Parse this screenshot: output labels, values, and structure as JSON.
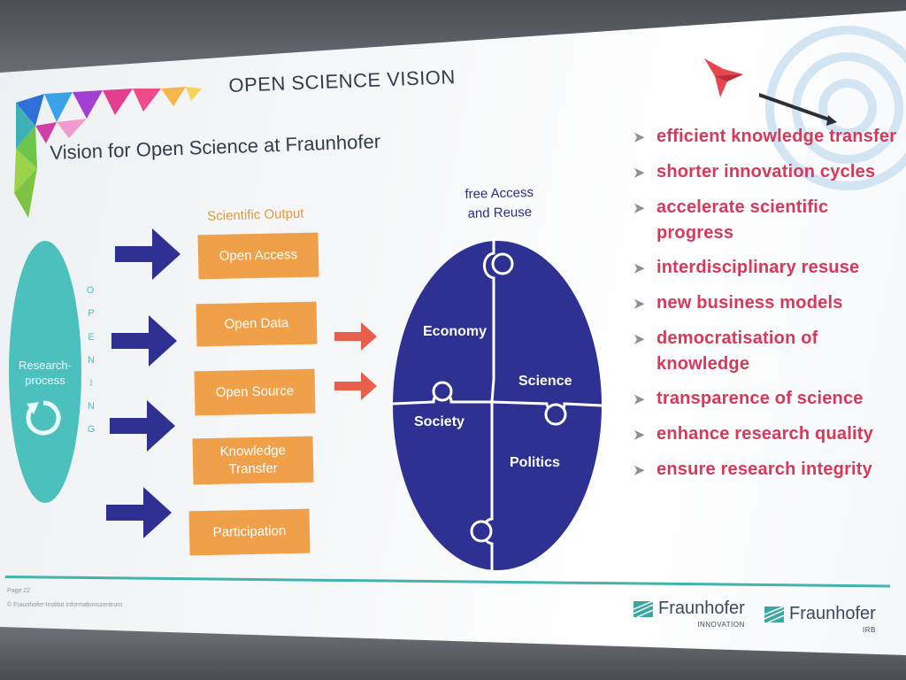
{
  "slide": {
    "title": "OPEN SCIENCE VISION",
    "subtitle": "Vision for Open Science at Fraunhofer",
    "research": {
      "label": "Research-process",
      "label_line1": "Research-",
      "label_line2": "process",
      "icon": "cycle-icon"
    },
    "opening_letters": [
      "O",
      "P",
      "E",
      "N",
      "I",
      "N",
      "G"
    ],
    "scientific_output": {
      "title": "Scientific Output",
      "items": [
        {
          "label": "Open Access"
        },
        {
          "label": "Open Data"
        },
        {
          "label": "Open Source"
        },
        {
          "label": "Knowledge Transfer",
          "line1": "Knowledge",
          "line2": "Transfer"
        },
        {
          "label": "Participation"
        }
      ]
    },
    "free_access": {
      "title": "free Access and Reuse",
      "line1": "free Access",
      "line2": "and Reuse"
    },
    "puzzle": {
      "pieces": [
        "Economy",
        "Science",
        "Society",
        "Politics"
      ]
    },
    "benefits": [
      "efficient knowledge transfer",
      "shorter innovation cycles",
      "accelerate scientific progress",
      "interdisciplinary resuse",
      "new business models",
      "democratisation of knowledge",
      "transparence of science",
      "enhance research quality",
      "ensure research integrity"
    ],
    "footer": {
      "page": "Page 22",
      "copyright": "© Fraunhofer-Institut Informationszentrum",
      "logos": [
        {
          "name": "Fraunhofer",
          "sub": "INNOVATION"
        },
        {
          "name": "Fraunhofer",
          "sub": "IRB"
        }
      ]
    },
    "colors": {
      "title": "#333c4d",
      "output_box": "#f1a04a",
      "arrow_blue": "#2e3192",
      "arrow_red": "#e8604c",
      "puzzle": "#2e3192",
      "research_oval": "#4bc0bd",
      "benefit_text": "#d9385a"
    }
  }
}
